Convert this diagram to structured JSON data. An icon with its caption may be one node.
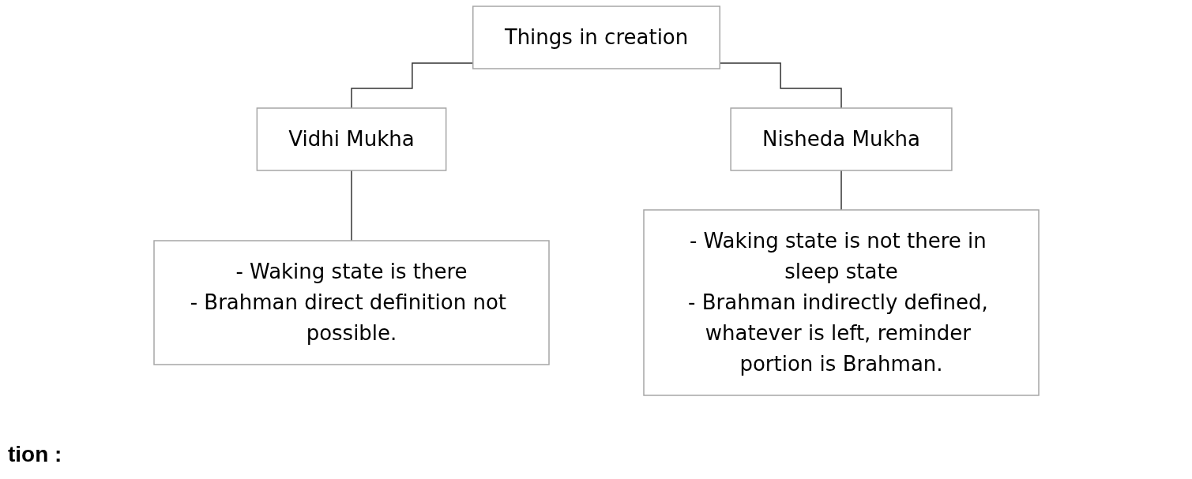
{
  "diagram": {
    "nodes": [
      {
        "text": [
          "Things in creation"
        ]
      },
      {
        "text": [
          "Vidhi Mukha"
        ]
      },
      {
        "text": [
          "Nisheda Mukha"
        ]
      },
      {
        "text": [
          "- Waking state is there",
          "- Brahman direct definition not possible."
        ]
      },
      {
        "text": [
          "- Waking state is not there in sleep state",
          "- Brahman indirectly defined, whatever is left, reminder portion is Brahman."
        ]
      }
    ],
    "edges": [
      {
        "from": 0,
        "to": 1,
        "arrow": "none"
      },
      {
        "from": 0,
        "to": 2,
        "arrow": "none"
      },
      {
        "from": 1,
        "to": 3,
        "arrow": "none"
      },
      {
        "from": 2,
        "to": 4,
        "arrow": "none"
      }
    ],
    "labels": [
      "tion :"
    ]
  }
}
